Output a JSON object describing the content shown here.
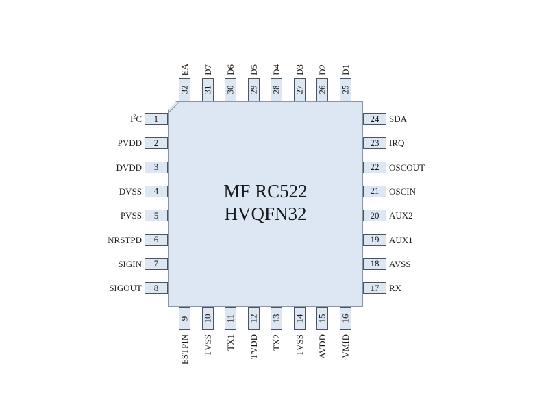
{
  "chip": {
    "line1": "MF RC522",
    "line2": "HVQFN32"
  },
  "pins": {
    "left": [
      {
        "num": "1",
        "name": "I",
        "sup": "2",
        "suffix": "C"
      },
      {
        "num": "2",
        "name": "PVDD"
      },
      {
        "num": "3",
        "name": "DVDD"
      },
      {
        "num": "4",
        "name": "DVSS"
      },
      {
        "num": "5",
        "name": "PVSS"
      },
      {
        "num": "6",
        "name": "NRSTPD"
      },
      {
        "num": "7",
        "name": "SIGIN"
      },
      {
        "num": "8",
        "name": "SIGOUT"
      }
    ],
    "bottom": [
      {
        "num": "9",
        "name": "ESTPIN"
      },
      {
        "num": "10",
        "name": "TVSS"
      },
      {
        "num": "11",
        "name": "TX1"
      },
      {
        "num": "12",
        "name": "TVDD"
      },
      {
        "num": "13",
        "name": "TX2"
      },
      {
        "num": "14",
        "name": "TVSS"
      },
      {
        "num": "15",
        "name": "AVDD"
      },
      {
        "num": "16",
        "name": "VMID"
      }
    ],
    "right": [
      {
        "num": "24",
        "name": "SDA"
      },
      {
        "num": "23",
        "name": "IRQ"
      },
      {
        "num": "22",
        "name": "OSCOUT"
      },
      {
        "num": "21",
        "name": "OSCIN"
      },
      {
        "num": "20",
        "name": "AUX2"
      },
      {
        "num": "19",
        "name": "AUX1"
      },
      {
        "num": "18",
        "name": "AVSS"
      },
      {
        "num": "17",
        "name": "RX"
      }
    ],
    "top": [
      {
        "num": "32",
        "name": "EA"
      },
      {
        "num": "31",
        "name": "D7"
      },
      {
        "num": "30",
        "name": "D6"
      },
      {
        "num": "29",
        "name": "D5"
      },
      {
        "num": "28",
        "name": "D4"
      },
      {
        "num": "27",
        "name": "D3"
      },
      {
        "num": "26",
        "name": "D2"
      },
      {
        "num": "25",
        "name": "D1"
      }
    ]
  }
}
